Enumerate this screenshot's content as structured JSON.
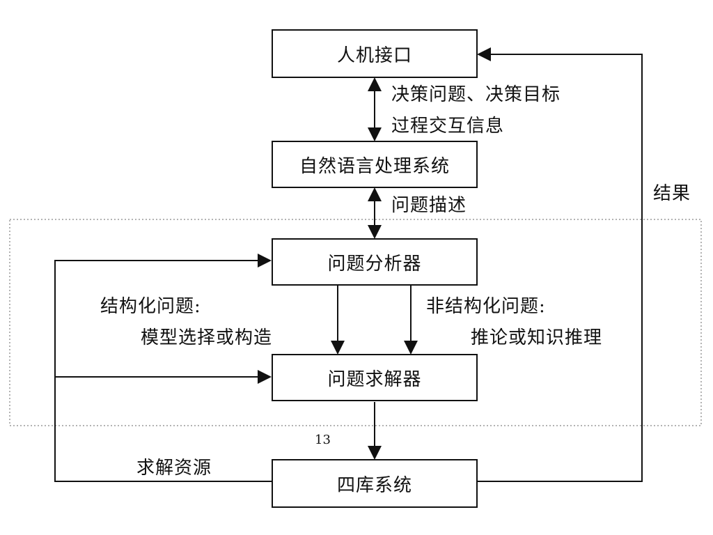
{
  "nodes": {
    "human_interface": "人机接口",
    "nlp_system": "自然语言处理系统",
    "problem_analyzer": "问题分析器",
    "problem_solver": "问题求解器",
    "four_base_system": "四库系统"
  },
  "edge_labels": {
    "decision_info_line1": "决策问题、决策目标",
    "decision_info_line2": "过程交互信息",
    "problem_description": "问题描述",
    "structured_line1": "结构化问题:",
    "structured_line2": "模型选择或构造",
    "unstructured_line1": "非结构化问题:",
    "unstructured_line2": "推论或知识推理",
    "solving_resources": "求解资源",
    "result": "结果"
  },
  "page_number": "13",
  "colors": {
    "line": "#111111",
    "dotted_frame": "#999999",
    "background": "#ffffff"
  }
}
